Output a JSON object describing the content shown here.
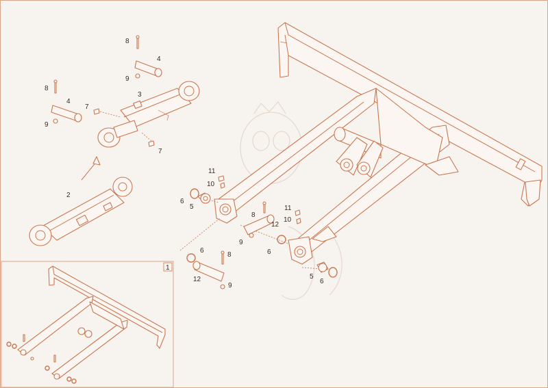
{
  "callouts": {
    "c2": "2",
    "c3": "3",
    "c4a": "4",
    "c4b": "4",
    "c5a": "5",
    "c5b": "5",
    "c6a": "6",
    "c6b": "6",
    "c6c": "6",
    "c6d": "6",
    "c7a": "7",
    "c7b": "7",
    "c8a": "8",
    "c8b": "8",
    "c8c": "8",
    "c8d": "8",
    "c9a": "9",
    "c9b": "9",
    "c9c": "9",
    "c9d": "9",
    "c10a": "10",
    "c10b": "10",
    "c11a": "11",
    "c11b": "11",
    "c12a": "12",
    "c12b": "12"
  },
  "inset": {
    "number": "1"
  },
  "colors": {
    "line": "#c9764f",
    "background": "#f7f3ef",
    "label": "#3a2a22"
  }
}
